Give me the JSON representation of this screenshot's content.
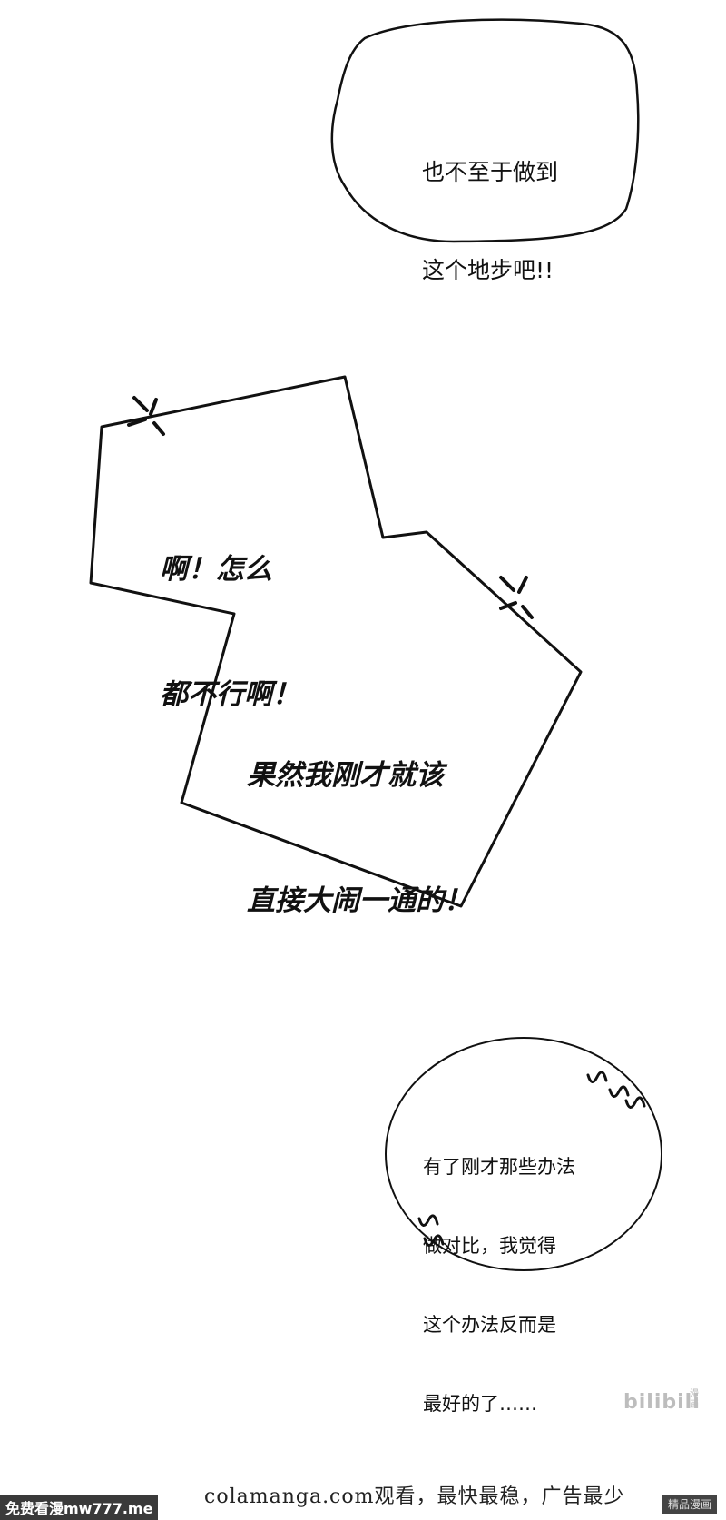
{
  "bubbles": {
    "top": {
      "lines": [
        "也不至于做到",
        "这个地步吧!!"
      ]
    },
    "angry1": {
      "lines": [
        "啊！怎么",
        "都不行啊！"
      ]
    },
    "angry2": {
      "lines": [
        "果然我刚才就该",
        "直接大闹一通的！"
      ]
    },
    "round": {
      "lines": [
        "有了刚才那些办法",
        "做对比，我觉得",
        "这个办法反而是",
        "最好的了……"
      ]
    }
  },
  "watermark": {
    "logo": "bilibili",
    "small": "漫画"
  },
  "footer": {
    "text": "colamanga.com观看，最快最稳，广告最少",
    "badge_left": "免费看漫mw777.me",
    "badge_right": "精品漫画"
  },
  "icons": [
    "anger-mark-icon",
    "anger-mark-icon",
    "squiggle-icon",
    "squiggle-icon",
    "squiggle-icon"
  ]
}
